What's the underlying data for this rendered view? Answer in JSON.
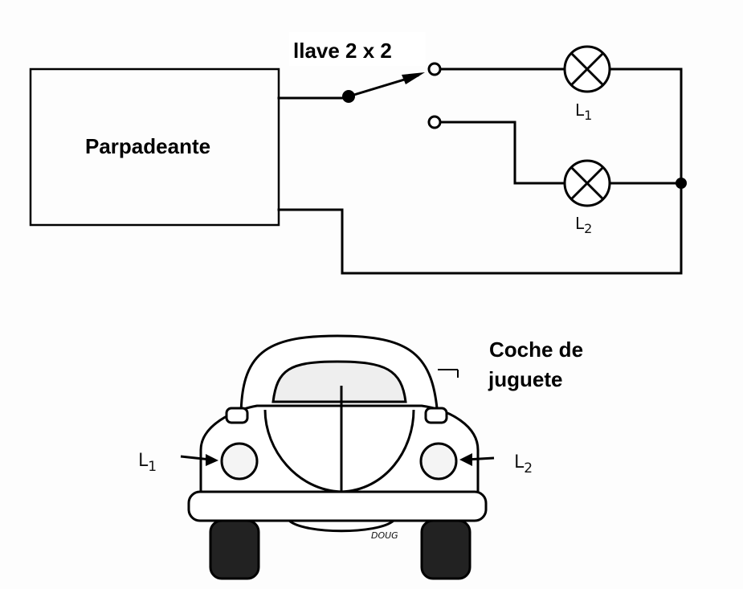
{
  "circuit": {
    "switch_label": "llave 2 x 2",
    "box_label": "Parpadeante",
    "lamp1_label": "L",
    "lamp1_sub": "1",
    "lamp2_label": "L",
    "lamp2_sub": "2"
  },
  "car": {
    "title_line1": "Coche de",
    "title_line2": "juguete",
    "left_label": "L",
    "left_sub": "1",
    "right_label": "L",
    "right_sub": "2",
    "signature": "DOUG"
  }
}
